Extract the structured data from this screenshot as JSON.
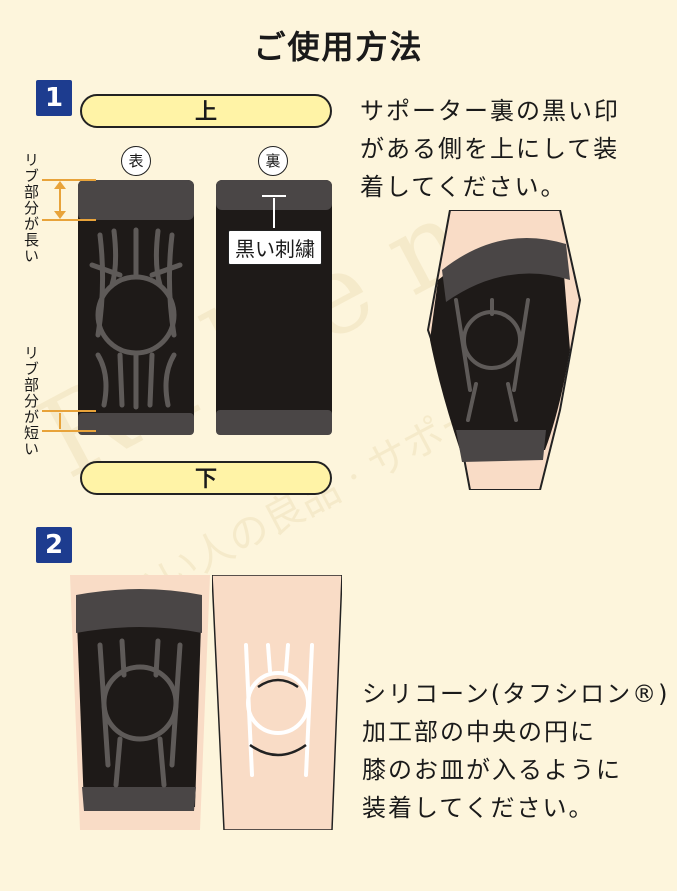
{
  "title": "ご使用方法",
  "steps": {
    "step1": "1",
    "step2": "2"
  },
  "pills": {
    "top": "上",
    "bottom": "下"
  },
  "sides": {
    "front": "表",
    "back": "裏"
  },
  "rib_labels": {
    "long": "リブ部分が長い",
    "short": "リブ部分が短い"
  },
  "embroidery_label": "黒い刺繍",
  "instructions": {
    "step1_lines": [
      "サポーター裏の黒い印",
      "がある側を上にして装",
      "着してください。"
    ],
    "step2_lines": [
      "シリコーン(タフシロン®)",
      "加工部の中央の円に",
      "膝のお皿が入るように",
      "装着してください。"
    ]
  },
  "watermark": {
    "brand": "R i k e n",
    "tagline": "いい人の良品 · サポーター"
  },
  "colors": {
    "background": "#fdf5dc",
    "step_badge": "#1d3c8f",
    "pill": "#fff3a6",
    "fabric": "#1e1a18",
    "rib": "#4a4646",
    "accent_line": "#e8a33a",
    "skin": "#f9dcc6"
  }
}
